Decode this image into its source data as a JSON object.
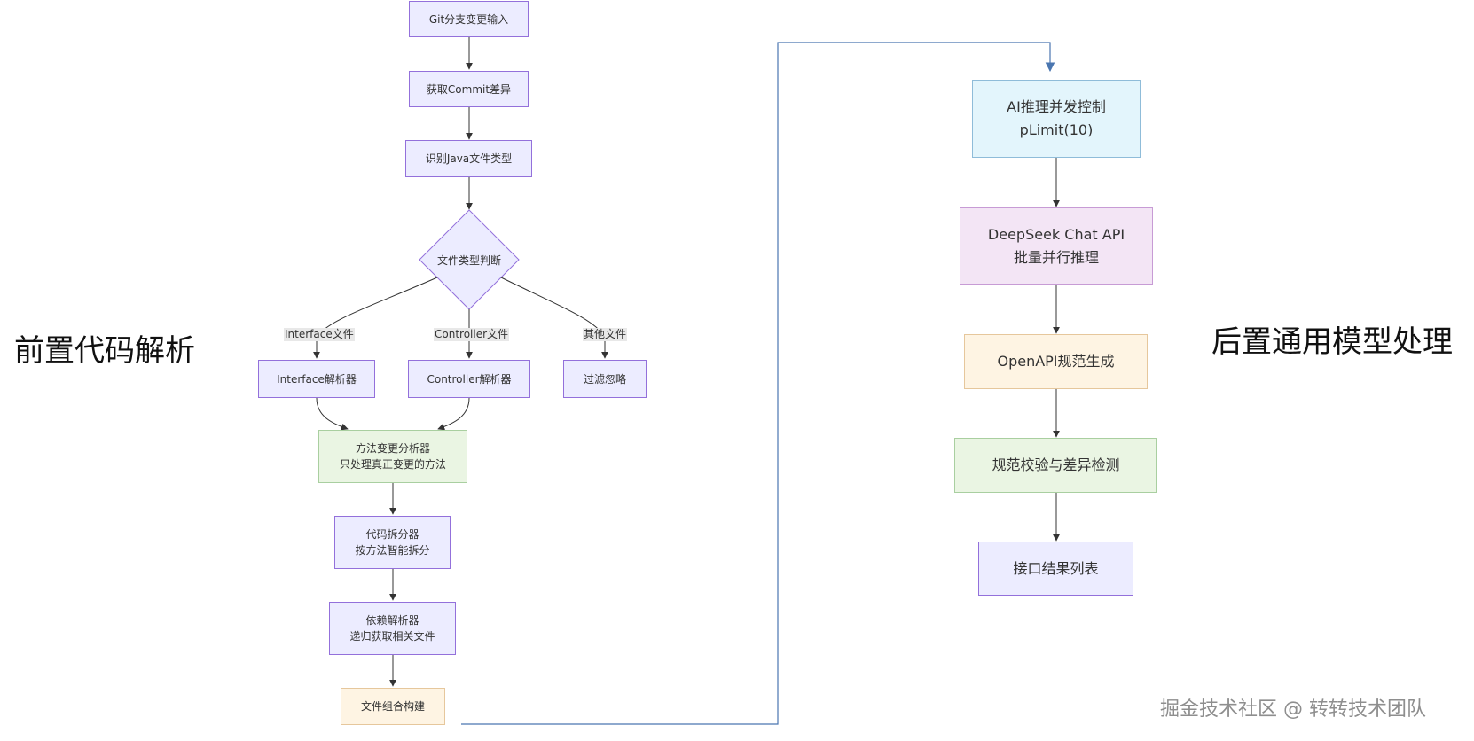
{
  "sections": {
    "left_title": "前置代码解析",
    "right_title": "后置通用模型处理"
  },
  "nodes": {
    "git_input": "Git分支变更输入",
    "get_diff": "获取Commit差异",
    "identify_java": "识别Java文件类型",
    "type_decision": "文件类型判断",
    "interface_parser": "Interface解析器",
    "controller_parser": "Controller解析器",
    "filter_ignore": "过滤忽略",
    "method_analyzer": [
      "方法变更分析器",
      "只处理真正变更的方法"
    ],
    "code_splitter": [
      "代码拆分器",
      "按方法智能拆分"
    ],
    "dependency_parser": [
      "依赖解析器",
      "递归获取相关文件"
    ],
    "file_build": "文件组合构建",
    "ai_concurrency": [
      "AI推理并发控制",
      "pLimit(10)"
    ],
    "deepseek": [
      "DeepSeek Chat API",
      "批量并行推理"
    ],
    "openapi": "OpenAPI规范生成",
    "validate": "规范校验与差异检测",
    "result_list": "接口结果列表"
  },
  "edge_labels": {
    "interface_file": "Interface文件",
    "controller_file": "Controller文件",
    "other_file": "其他文件"
  },
  "colors": {
    "default_fill": "#ECECFF",
    "default_stroke": "#9370DB",
    "green_fill": "#EAF5E3",
    "green_stroke": "#A9CFA0",
    "peach_fill": "#FEF4E3",
    "peach_stroke": "#E6C79C",
    "blue_fill": "#E3F5FC",
    "blue_stroke": "#8FBCD9",
    "purple_fill": "#F3E5F5",
    "purple_stroke": "#C79BD5",
    "edge": "#333333",
    "connector": "#4A76B0"
  },
  "watermark": "掘金技术社区 @ 转转技术团队"
}
